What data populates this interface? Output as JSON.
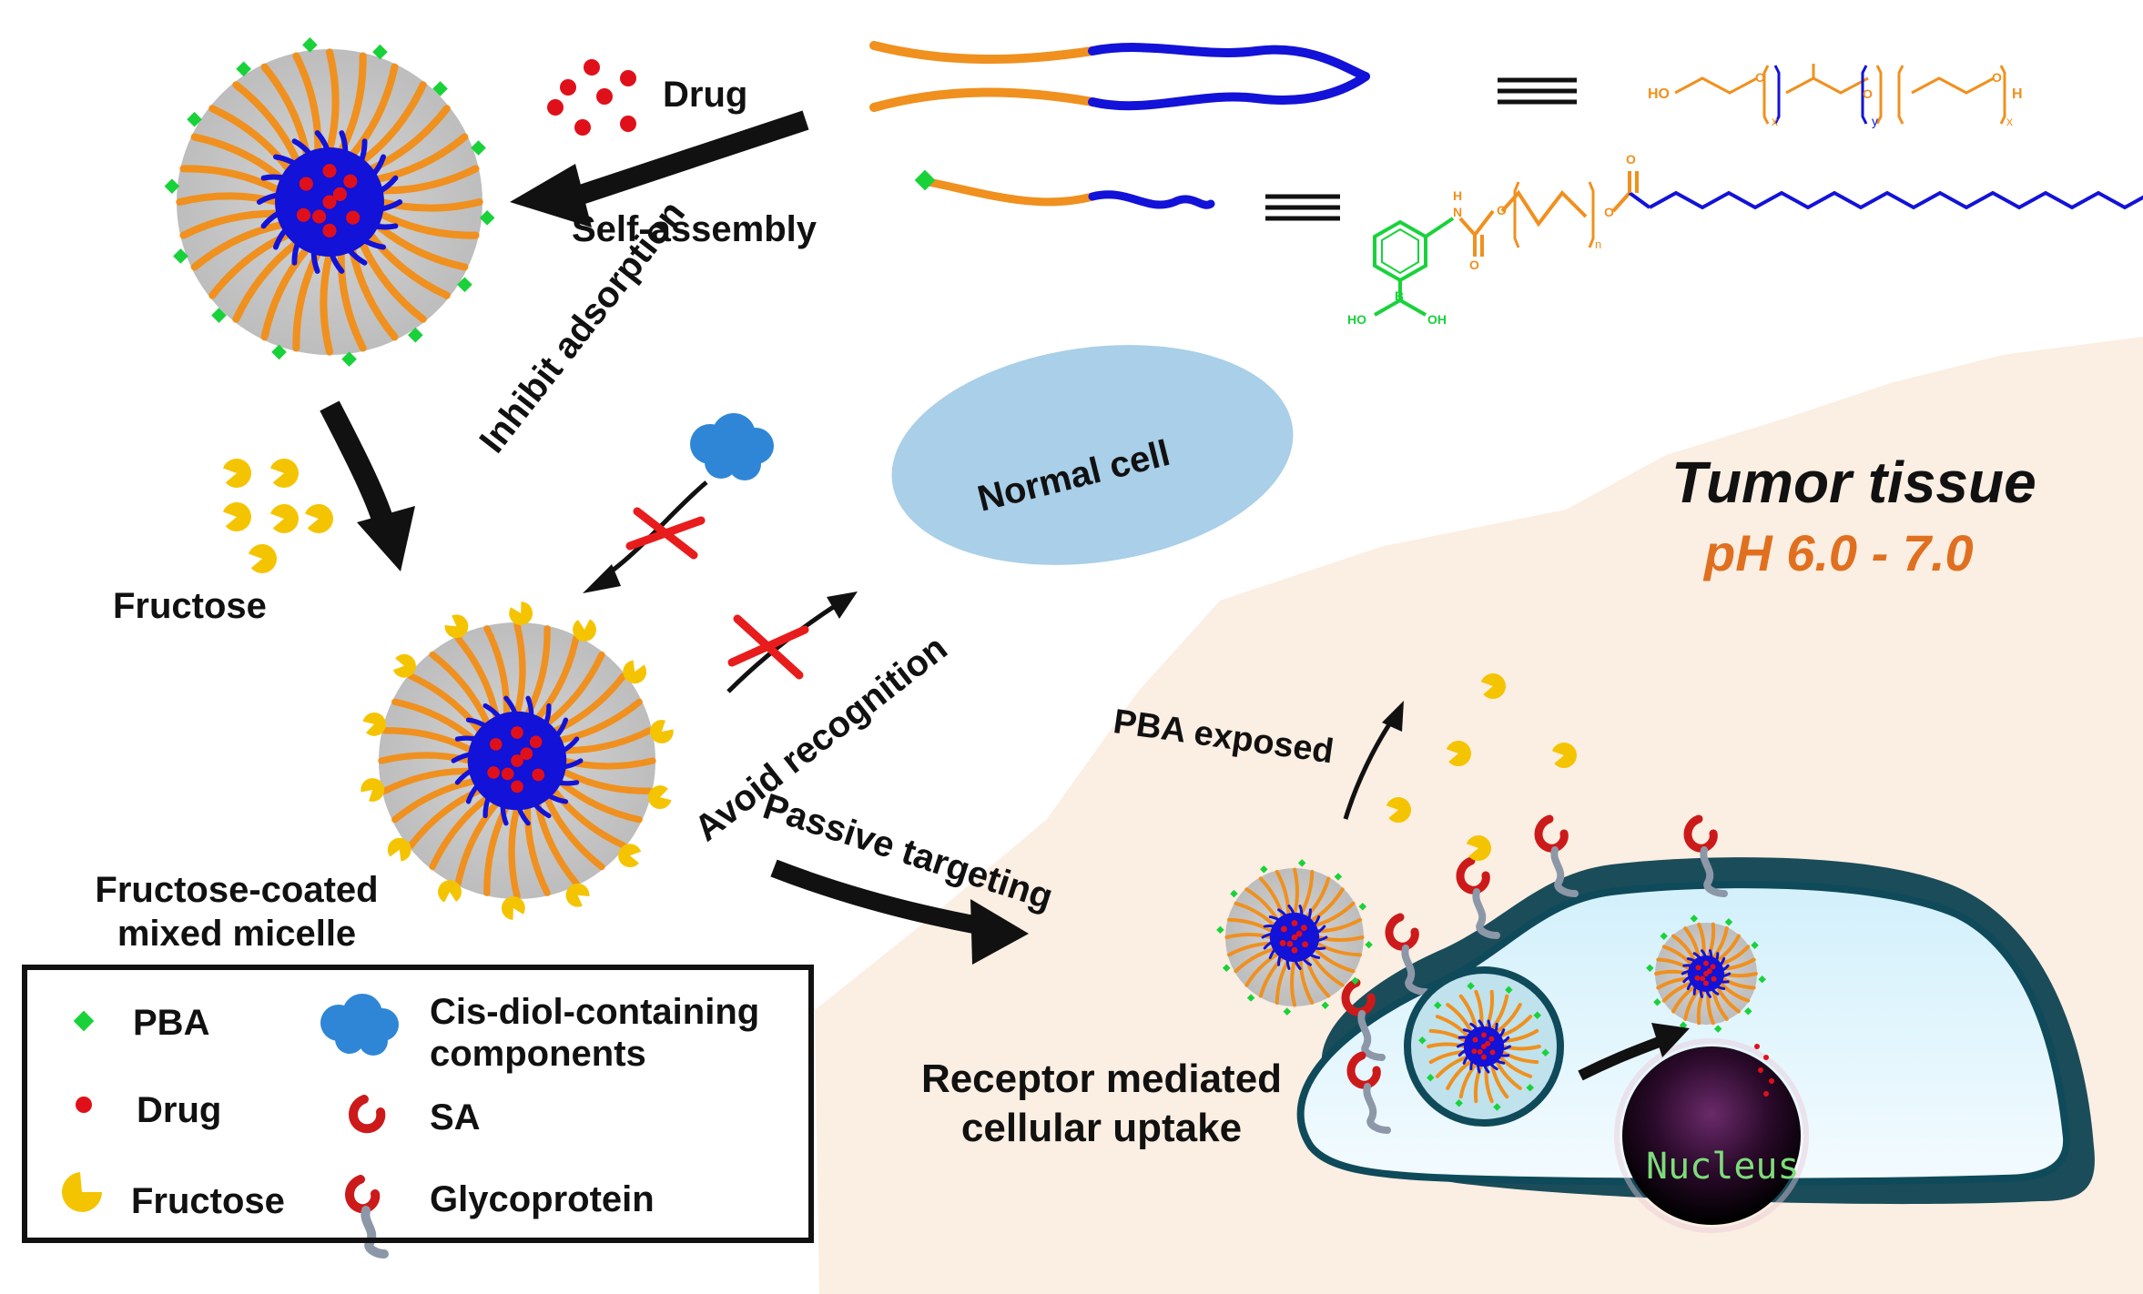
{
  "labels": {
    "drug": "Drug",
    "self_assembly": "Self-assembly",
    "fructose": "Fructose",
    "inhibit_adsorption": "Inhibit adsorption",
    "normal_cell": "Normal cell",
    "avoid_recognition": "Avoid recognition",
    "passive_targeting": "Passive targeting",
    "fructose_coated_line1": "Fructose-coated",
    "fructose_coated_line2": "mixed micelle",
    "tumor_title": "Tumor tissue",
    "tumor_ph": "pH 6.0 - 7.0",
    "pba_exposed": "PBA exposed",
    "receptor_line1": "Receptor mediated",
    "receptor_line2": "cellular uptake",
    "nucleus": "Nucleus"
  },
  "legend": {
    "pba": "PBA",
    "drug": "Drug",
    "fructose": "Fructose",
    "cis_diol_line1": "Cis-diol-containing",
    "cis_diol_line2": "components",
    "sa": "SA",
    "glycoprotein": "Glycoprotein"
  },
  "chemistry": {
    "ho": "HO",
    "h": "H",
    "x": "x",
    "y": "y",
    "n": "n",
    "boronic_ho": "HO",
    "boronic_oh": "OH",
    "boron": "B",
    "nitrogen_h": "H",
    "nitrogen": "N",
    "oxygen": "O"
  },
  "colors": {
    "peg_orange": "#f0901e",
    "ppo_blue": "#1212d8",
    "pba_green": "#19d23a",
    "drug_red": "#e0101a",
    "fructose_yellow": "#f5c400",
    "cis_diol_blue": "#2f86d6",
    "sa_red": "#cc1a1a",
    "glyco_gray": "#8c98a8",
    "normal_cell": "#a9cfe9",
    "tumor_bg": "#fbeee2",
    "cell_fill": "#d9f2fb",
    "cell_outline": "#0f4a5a",
    "cross_red": "#e81c1c",
    "tumor_ph": "#e07020"
  }
}
